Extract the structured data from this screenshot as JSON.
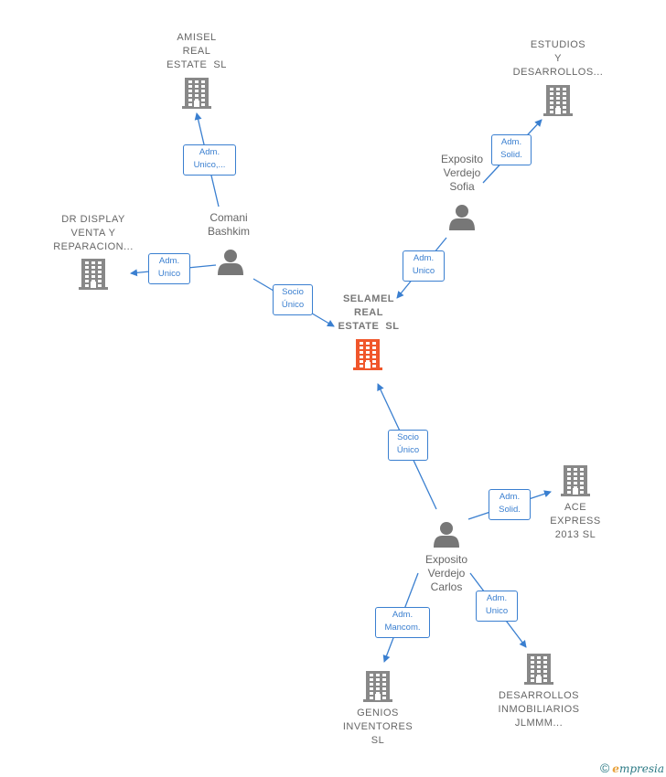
{
  "colors": {
    "edge": "#3a7fd0",
    "company": "#888888",
    "center": "#f0562b",
    "person": "#777777"
  },
  "center": {
    "lines": [
      "SELAMEL",
      "REAL",
      "ESTATE  SL"
    ]
  },
  "companies": [
    {
      "id": "amisel",
      "lines": [
        "AMISEL",
        "REAL",
        "ESTATE  SL"
      ]
    },
    {
      "id": "estudios",
      "lines": [
        "ESTUDIOS",
        "Y",
        "DESARROLLOS..."
      ]
    },
    {
      "id": "drdisplay",
      "lines": [
        "DR DISPLAY",
        "VENTA Y",
        "REPARACION..."
      ]
    },
    {
      "id": "ace",
      "lines": [
        "ACE",
        "EXPRESS",
        "2013 SL"
      ]
    },
    {
      "id": "genios",
      "lines": [
        "GENIOS",
        "INVENTORES",
        "SL"
      ]
    },
    {
      "id": "desarrollos",
      "lines": [
        "DESARROLLOS",
        "INMOBILIARIOS",
        "JLMMM..."
      ]
    }
  ],
  "persons": [
    {
      "id": "comani",
      "lines": [
        "Comani",
        "Bashkim"
      ]
    },
    {
      "id": "sofia",
      "lines": [
        "Exposito",
        "Verdejo",
        "Sofia"
      ]
    },
    {
      "id": "carlos",
      "lines": [
        "Exposito",
        "Verdejo",
        "Carlos"
      ]
    }
  ],
  "edges": [
    {
      "id": "comani-amisel",
      "lines": [
        "Adm.",
        "Unico,..."
      ]
    },
    {
      "id": "comani-drdisplay",
      "lines": [
        "Adm.",
        "Unico"
      ]
    },
    {
      "id": "comani-center",
      "lines": [
        "Socio",
        "Único"
      ]
    },
    {
      "id": "sofia-estudios",
      "lines": [
        "Adm.",
        "Solid."
      ]
    },
    {
      "id": "sofia-center",
      "lines": [
        "Adm.",
        "Unico"
      ]
    },
    {
      "id": "carlos-center",
      "lines": [
        "Socio",
        "Único"
      ]
    },
    {
      "id": "carlos-ace",
      "lines": [
        "Adm.",
        "Solid."
      ]
    },
    {
      "id": "carlos-genios",
      "lines": [
        "Adm.",
        "Mancom."
      ]
    },
    {
      "id": "carlos-desarrollos",
      "lines": [
        "Adm.",
        "Unico"
      ]
    }
  ],
  "footer": {
    "copyright": "©",
    "brand_first": "e",
    "brand_rest": "mpresia"
  }
}
